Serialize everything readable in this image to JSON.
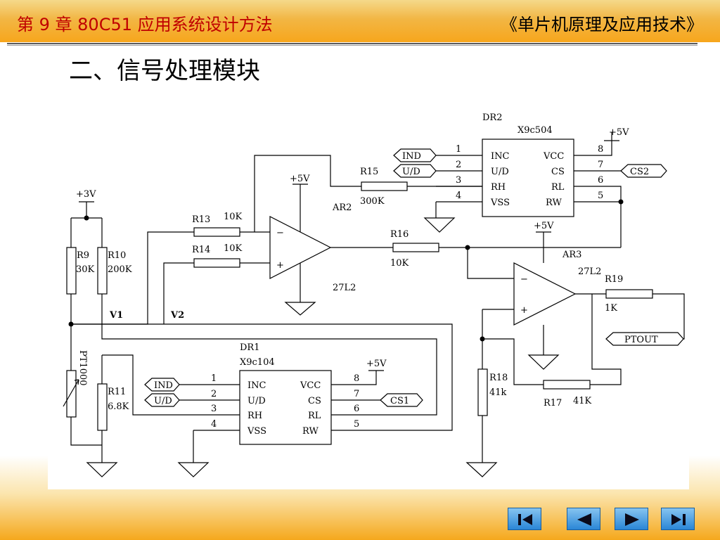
{
  "header": {
    "chapter_title": "第 9 章 80C51 应用系统设计方法",
    "book_title": "《单片机原理及应用技术》"
  },
  "section_title": "二、信号处理模块",
  "diagram": {
    "dr2": {
      "name": "DR2",
      "part": "X9c504",
      "pins_left": [
        "INC",
        "U/D",
        "RH",
        "VSS"
      ],
      "pins_right": [
        "VCC",
        "CS",
        "RL",
        "RW"
      ],
      "pin_nums_left": [
        "1",
        "2",
        "3",
        "4"
      ],
      "pin_nums_right": [
        "8",
        "7",
        "6",
        "5"
      ]
    },
    "dr1": {
      "name": "DR1",
      "part": "X9c104",
      "pins_left": [
        "INC",
        "U/D",
        "RH",
        "VSS"
      ],
      "pins_right": [
        "VCC",
        "CS",
        "RL",
        "RW"
      ],
      "pin_nums_left": [
        "1",
        "2",
        "3",
        "4"
      ],
      "pin_nums_right": [
        "8",
        "7",
        "6",
        "5"
      ]
    },
    "supply_5v": "+5V",
    "supply_3v": "+3V",
    "connector_ind": "IND",
    "connector_ud": "U/D",
    "connector_cs1": "CS1",
    "connector_cs2": "CS2",
    "connector_ptout": "PTOUT",
    "r9": {
      "name": "R9",
      "value": "30K"
    },
    "r10": {
      "name": "R10",
      "value": "200K"
    },
    "r11": {
      "name": "R11",
      "value": "6.8K"
    },
    "pt1000": "PT1000",
    "r13": {
      "name": "R13",
      "value": "10K"
    },
    "r14": {
      "name": "R14",
      "value": "10K"
    },
    "r15": {
      "name": "R15",
      "value": "300K"
    },
    "r16": {
      "name": "R16",
      "value": "10K"
    },
    "r17": {
      "name": "R17",
      "value": "41K"
    },
    "r18": {
      "name": "R18",
      "value": "41k"
    },
    "r19": {
      "name": "R19",
      "value": "1K"
    },
    "ar2": {
      "name": "AR2",
      "part": "27L2"
    },
    "ar3": {
      "name": "AR3",
      "part": "27L2"
    },
    "node_v1": "V1",
    "node_v2": "V2",
    "opamp_minus": "−",
    "opamp_plus": "+"
  },
  "nav": {
    "first": "first-page-icon",
    "prev": "previous-page-icon",
    "next": "next-page-icon",
    "last": "last-page-icon",
    "color": "#2a86d6"
  },
  "colors": {
    "header_bar": "#f7a61c",
    "chapter_title": "#c00000"
  }
}
